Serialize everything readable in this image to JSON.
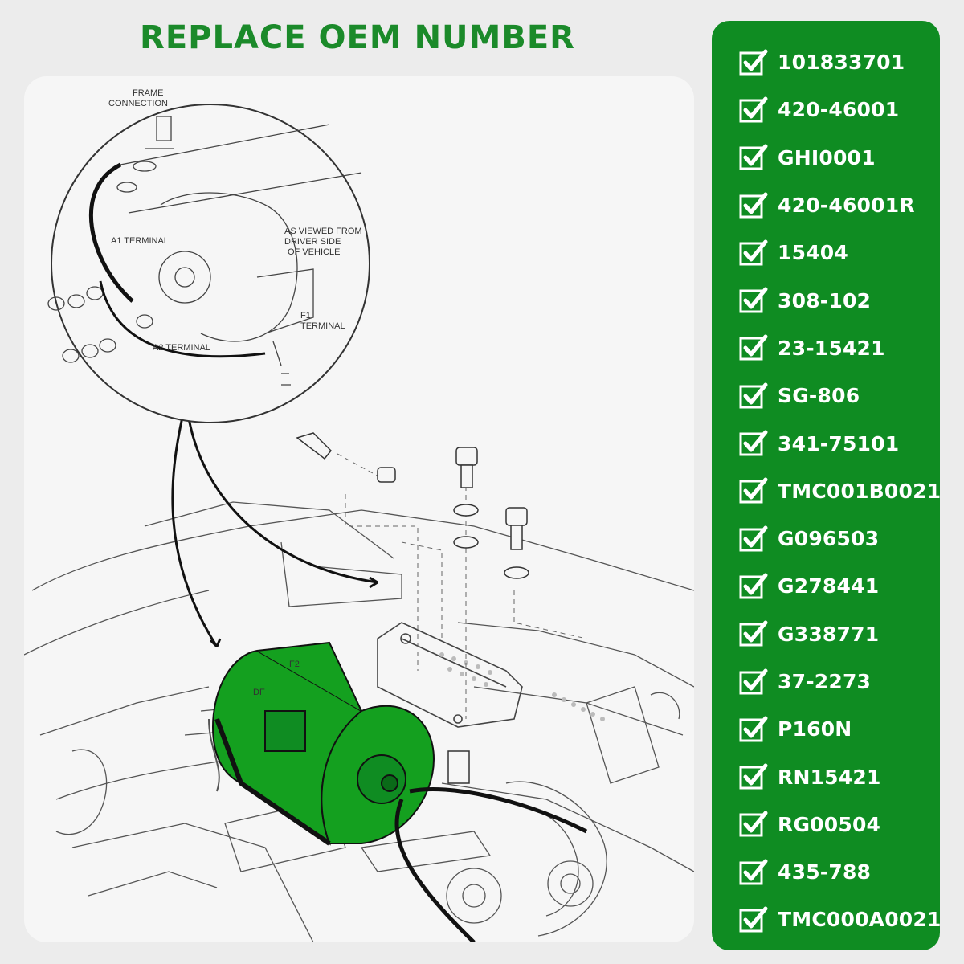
{
  "title": "REPLACE OEM NUMBER",
  "diagram": {
    "labels": {
      "frame_connection_1": "FRAME",
      "frame_connection_2": "CONNECTION",
      "a1_terminal": "A1 TERMINAL",
      "a2_terminal": "A2 TERMINAL",
      "viewed_1": "AS VIEWED FROM",
      "viewed_2": "DRIVER SIDE",
      "viewed_3": "OF VEHICLE",
      "f1_1": "F1",
      "f1_2": "TERMINAL",
      "motor_f2": "F2",
      "motor_df": "DF"
    }
  },
  "oem_numbers": [
    "101833701",
    "420-46001",
    "GHI0001",
    "420-46001R",
    "15404",
    "308-102",
    "23-15421",
    "SG-806",
    "341-75101",
    "TMC001B0021",
    "G096503",
    "G278441",
    "G338771",
    "37-2273",
    "P160N",
    "RN15421",
    "RG00504",
    "435-788",
    "TMC000A0021"
  ],
  "colors": {
    "accent_green": "#0f8c22",
    "title_green": "#1b8a2a",
    "motor_green": "#14a01f"
  },
  "icons": {
    "list_marker": "checkbox-check-icon"
  }
}
